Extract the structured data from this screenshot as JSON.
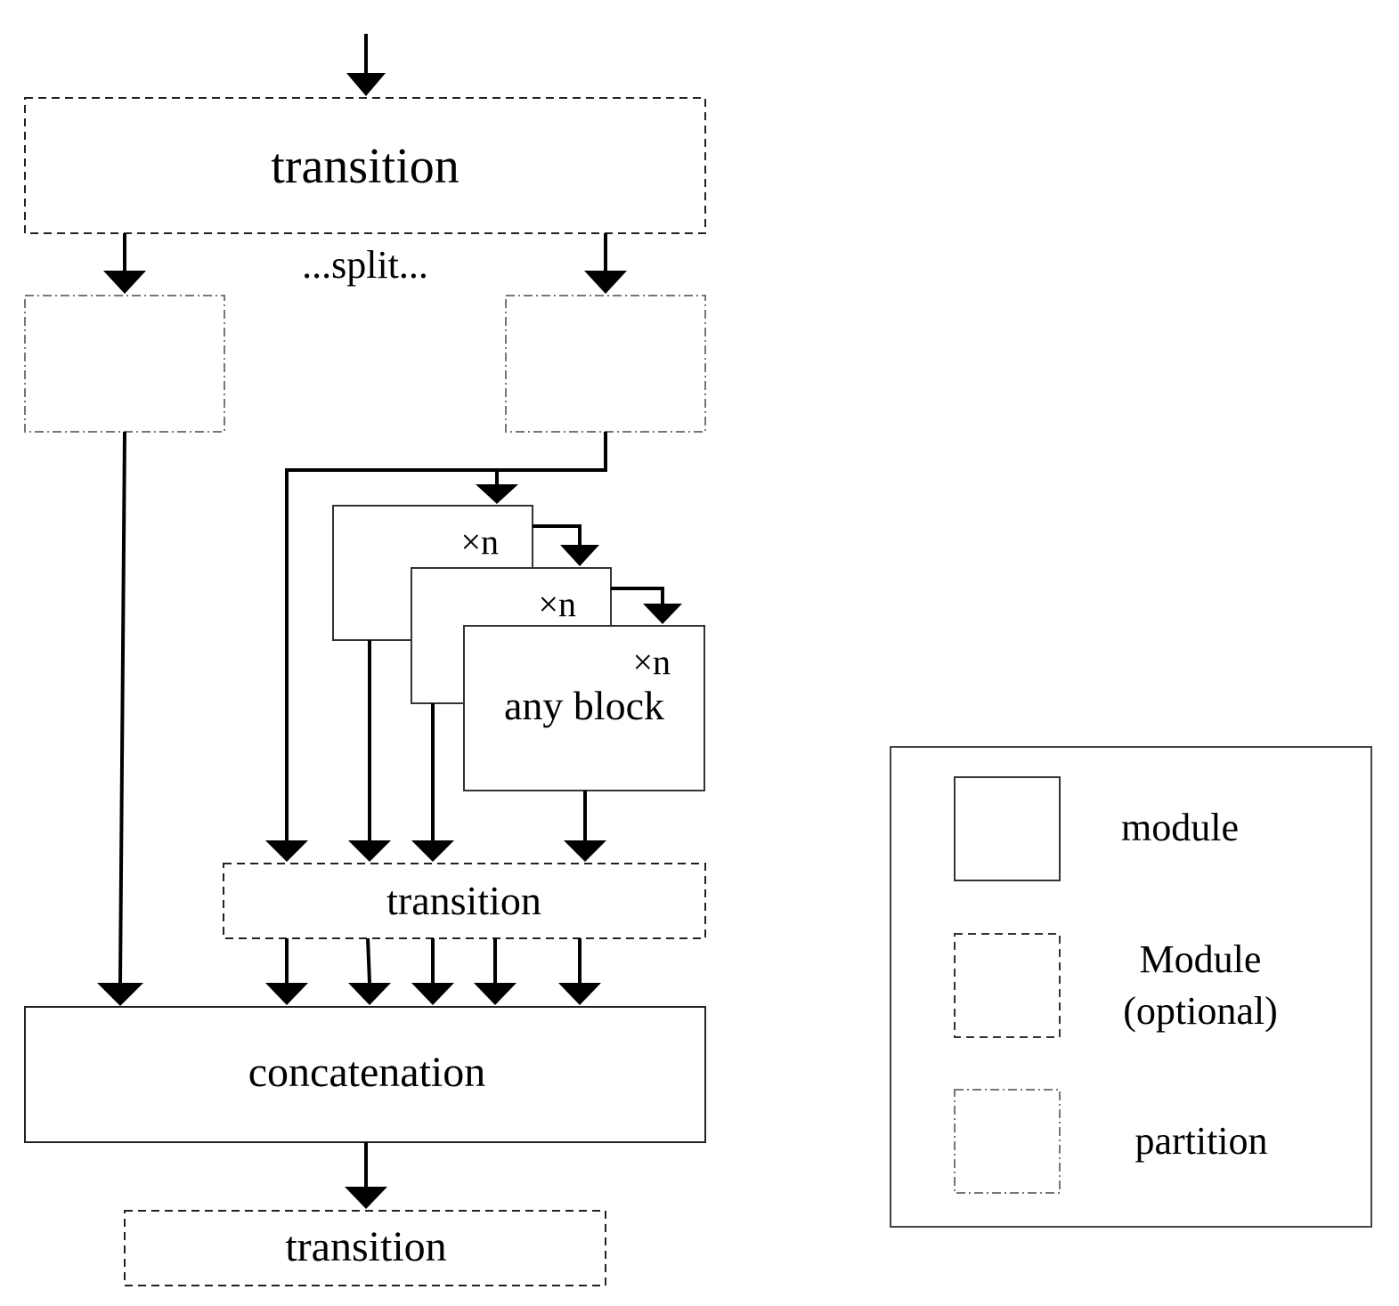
{
  "diagram": {
    "top_transition_label": "transition",
    "split_label": "...split...",
    "mid_transition_label": "transition",
    "concat_label": "concatenation",
    "bottom_transition_label": "transition",
    "repeat_labels": [
      "×n",
      "×n",
      "×n"
    ],
    "block_label": "any block"
  },
  "legend": {
    "items": [
      {
        "style": "solid",
        "label_lines": [
          "module"
        ]
      },
      {
        "style": "dashed",
        "label_lines": [
          "Module",
          "(optional)"
        ]
      },
      {
        "style": "dashdot",
        "label_lines": [
          "partition"
        ]
      }
    ]
  },
  "colors": {
    "stroke": "#000000",
    "partition_stroke": "#777777",
    "background": "#ffffff"
  }
}
